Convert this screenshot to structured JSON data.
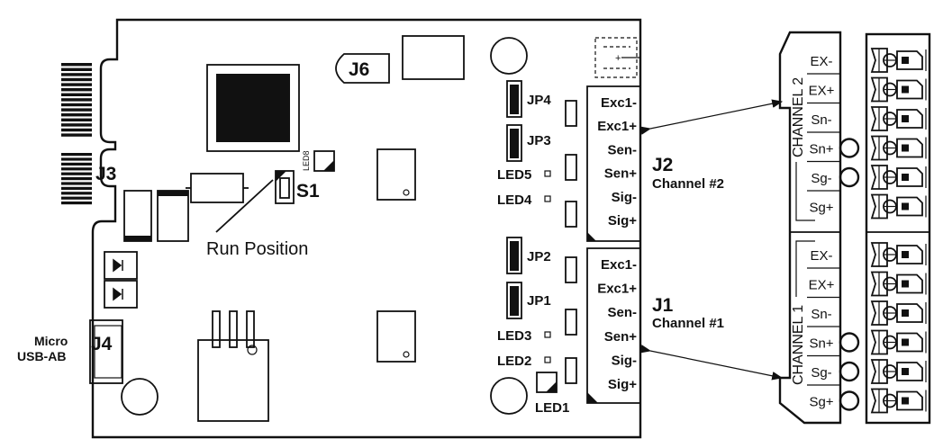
{
  "board": {
    "j6": "J6",
    "j3": "J3",
    "s1": "S1",
    "led8": "LED8",
    "run_position": "Run Position",
    "micro_usb_line1": "Micro",
    "micro_usb_line2": "USB-AB",
    "j4": "J4",
    "jumpers": {
      "jp4": "JP4",
      "jp3": "JP3",
      "jp2": "JP2",
      "jp1": "JP1"
    },
    "leds": {
      "led5": "LED5",
      "led4": "LED4",
      "led3": "LED3",
      "led2": "LED2",
      "led1": "LED1"
    },
    "j2": {
      "id": "J2",
      "name": "Channel #2",
      "pins": [
        "Exc1-",
        "Exc1+",
        "Sen-",
        "Sen+",
        "Sig-",
        "Sig+"
      ]
    },
    "j1": {
      "id": "J1",
      "name": "Channel #1",
      "pins": [
        "Exc1-",
        "Exc1+",
        "Sen-",
        "Sen+",
        "Sig-",
        "Sig+"
      ]
    },
    "plus_mark": "+"
  },
  "connector": {
    "channel2_label": "CHANNEL 2",
    "channel1_label": "CHANNEL 1",
    "channel2_pins": [
      "EX-",
      "EX+",
      "Sn-",
      "Sn+",
      "Sg-",
      "Sg+"
    ],
    "channel1_pins": [
      "EX-",
      "EX+",
      "Sn-",
      "Sn+",
      "Sg-",
      "Sg+"
    ]
  }
}
